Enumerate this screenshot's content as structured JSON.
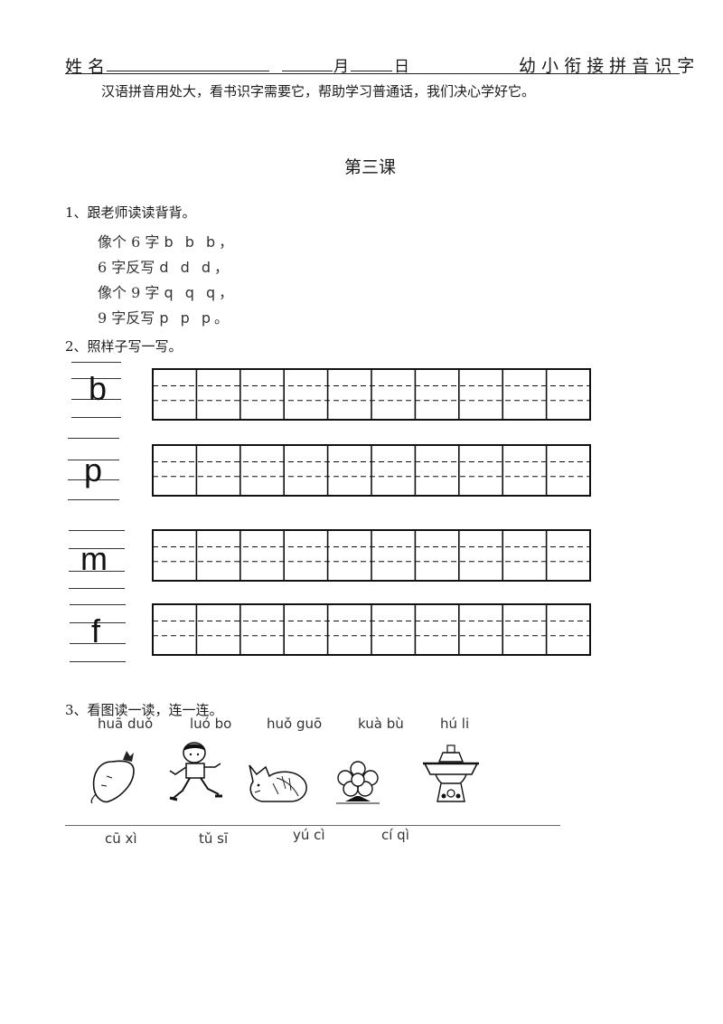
{
  "header": {
    "name_label": "姓 名",
    "month_label": "月",
    "day_label": "日",
    "worksheet_title": "幼 小 衔 接 拼 音 识 字"
  },
  "motto": "汉语拼音用处大，看书识字需要它，帮助学习普通话，我们决心学好它。",
  "lesson_title": "第三课",
  "section1": {
    "instruction": "1、跟老师读读背背。",
    "lines": [
      {
        "text": "像个 6 字",
        "letters": "b b b",
        "end": "，"
      },
      {
        "text": "6 字反写",
        "letters": "d d d",
        "end": "，"
      },
      {
        "text": "像个 9 字",
        "letters": "q q q",
        "end": "，"
      },
      {
        "text": "9 字反写",
        "letters": "p p p",
        "end": "。"
      }
    ]
  },
  "section2": {
    "instruction": "2、照样子写一写。",
    "letters": [
      "b",
      "p",
      "m",
      "f"
    ]
  },
  "section3": {
    "instruction": "3、看图读一读，连一连。",
    "top_pinyin": [
      "huā duǒ",
      "luó bo",
      "huǒ guō",
      "kuà bù",
      "hú li"
    ],
    "bottom_pinyin": [
      "cū xì",
      "tǔ sī",
      "yú cì",
      "cí qì"
    ],
    "pictures": [
      "radish-picture",
      "running-boy-picture",
      "fox-picture",
      "flower-picture",
      "hotpot-picture"
    ]
  }
}
